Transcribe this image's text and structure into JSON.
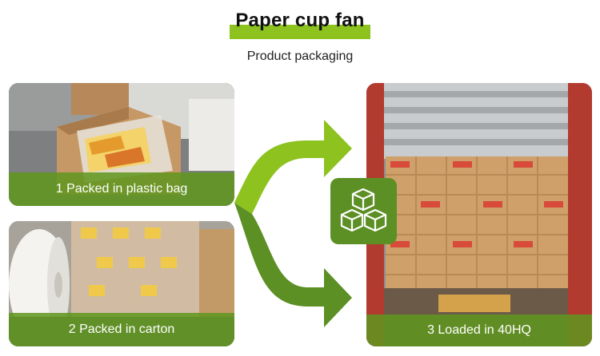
{
  "header": {
    "title": "Paper cup fan",
    "subtitle": "Product packaging"
  },
  "steps": [
    {
      "label": "1 Packed in plastic bag"
    },
    {
      "label": "2 Packed in carton"
    },
    {
      "label": "3 Loaded in 40HQ"
    }
  ],
  "icons": {
    "flow": "curved-split-arrow-icon",
    "boxes": "stacked-boxes-icon"
  },
  "colors": {
    "accent_light": "#8dc21f",
    "accent_dark": "#5c8f24",
    "caption_bg": "#60961e"
  }
}
